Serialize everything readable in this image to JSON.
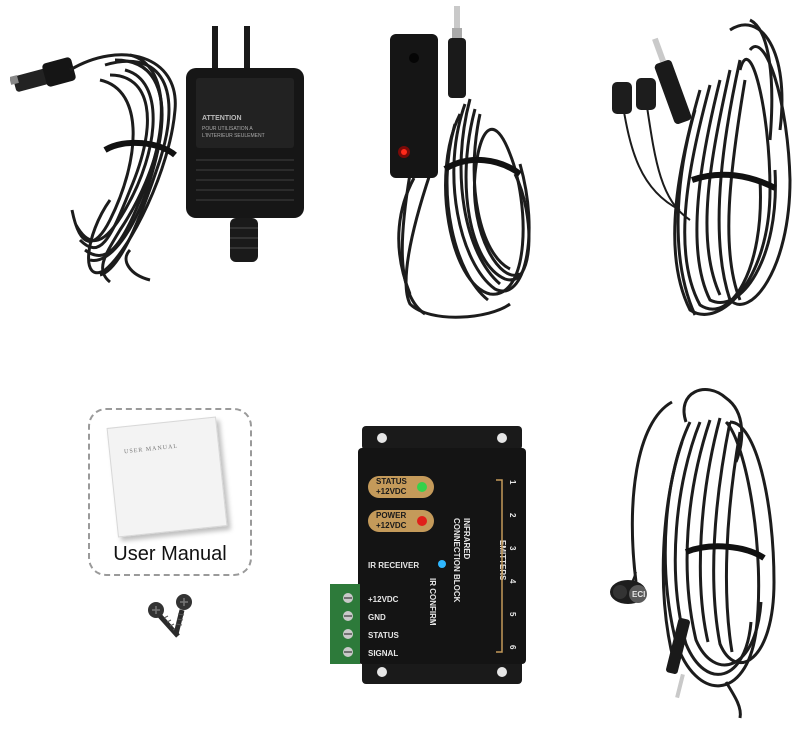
{
  "adapter": {
    "prongs_text": "",
    "label_line1": "ATTENTION",
    "label_line2": "POUR UTILISATION A",
    "label_line3": "L'INTERIEUR SEULEMENT"
  },
  "manual": {
    "book_title": "USER MANUAL",
    "caption": "User Manual"
  },
  "connection_block": {
    "status_label_1": "STATUS",
    "status_label_2": "+12VDC",
    "power_label_1": "POWER",
    "power_label_2": "+12VDC",
    "ir_receiver": "IR RECEIVER",
    "terminal_labels": [
      "+12VDC",
      "GND",
      "STATUS",
      "SIGNAL"
    ],
    "ir_confirm": "IR CONFIRM",
    "title_1": "INFRARED",
    "title_2": "CONNECTION BLOCK",
    "emitters": "EMITTERS",
    "ports": [
      "1",
      "2",
      "3",
      "4",
      "5",
      "6"
    ]
  },
  "emitter_label": "ECI",
  "colors": {
    "cable": "#1c1c1c",
    "device": "#161616",
    "label_plate": "#c49a5a",
    "status_led": "#36d14a",
    "power_led": "#e0201a",
    "confirm_led": "#2fb7ff",
    "terminal_green": "#2d7a3a"
  }
}
